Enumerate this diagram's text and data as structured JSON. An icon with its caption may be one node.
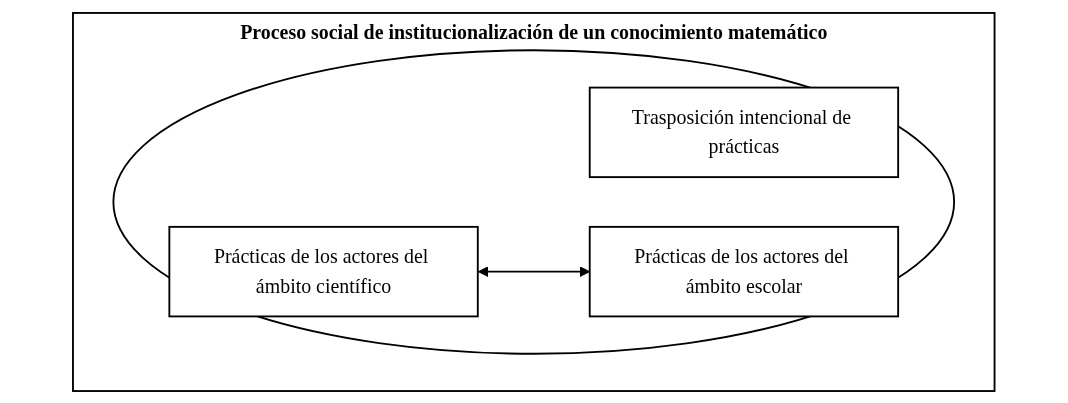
{
  "diagram": {
    "nodes": [
      {
        "text": [
          "Proceso social de institucionalización de un conocimiento matemático"
        ]
      },
      {
        "text": [],
        "shape": "ellipse",
        "in": 0
      },
      {
        "text": [
          "Trasposición intencional de prácticas"
        ],
        "in": 1
      },
      {
        "text": [
          "Prácticas de los actores del ámbito científico"
        ],
        "in": 1
      },
      {
        "text": [
          "Prácticas de los actores del ámbito escolar"
        ],
        "in": 1
      }
    ],
    "edges": [
      {
        "from": 3,
        "to": 4,
        "arrow": "both"
      }
    ]
  }
}
